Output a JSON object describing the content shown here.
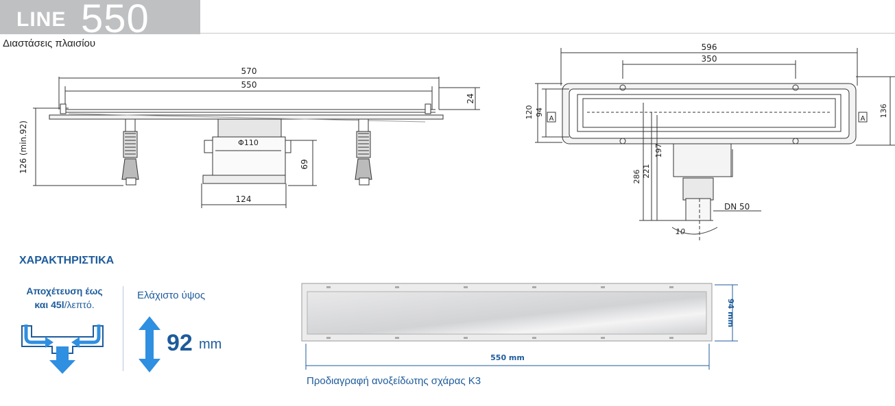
{
  "header": {
    "product_word": "LINE",
    "product_number": "550",
    "subtitle": "Διαστάσεις πλαισίου"
  },
  "side_view": {
    "dim_total_length": "570",
    "dim_grate_length": "550",
    "dim_frame_height": "24",
    "dim_height_range": "126 (min.92)",
    "dim_outlet_diameter": "Φ110",
    "dim_outlet_height": "69",
    "dim_outlet_width": "124"
  },
  "top_view": {
    "dim_outer_length": "596",
    "dim_bolt_spacing": "350",
    "dim_width_120": "120",
    "dim_width_94": "94",
    "dim_width_136": "136",
    "section_mark": "A",
    "dim_286": "286",
    "dim_221": "221",
    "dim_197": "197",
    "dn_label": "DN 50",
    "angle_label": "10"
  },
  "features": {
    "title": "ΧΑΡΑΚΤΗΡΙΣΤΙΚΑ",
    "drain_line1": "Αποχέτευση έως",
    "drain_line2_bold": "και 45l",
    "drain_line2_rest": "/λεπτό.",
    "min_height_label": "Ελάχιστο ύψος",
    "min_height_value": "92",
    "min_height_unit": "mm"
  },
  "grate": {
    "height_label": "94 mm",
    "length_label": "550 mm",
    "caption": "Προδιαγραφή ανοξείδωτης σχάρας K3"
  },
  "colors": {
    "brand_blue": "#1d5b9c",
    "arrow_blue": "#2f8fe0",
    "header_gray": "#bfc0c2"
  }
}
